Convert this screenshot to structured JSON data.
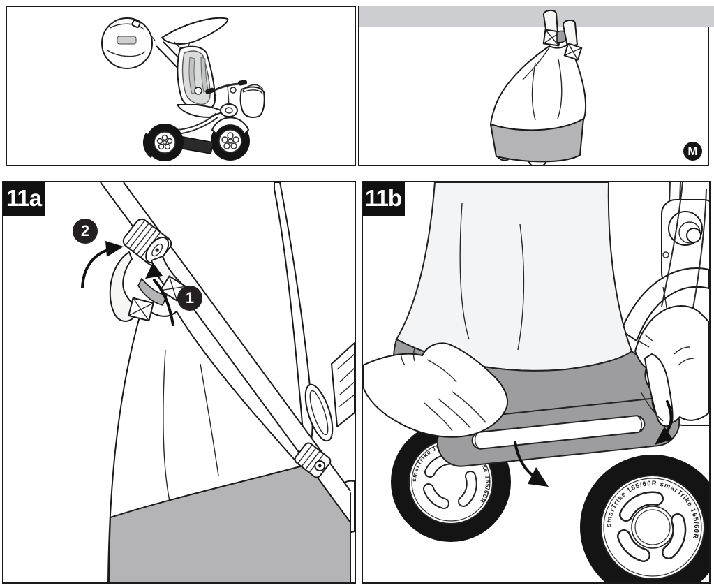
{
  "colors": {
    "line": "#1a1a1a",
    "panel_border": "#1a1a1a",
    "hang_bar_gray": "#cdced1",
    "bag_band_gray": "#b4b4b6",
    "bag_band_dark_gray": "#9d9da0",
    "bag_body_tint": "#f2f4f5",
    "seat_pad_gray": "#dadcdc",
    "tire_black": "#141414",
    "label_bg": "#111111",
    "label_text": "#ffffff"
  },
  "panel_top_left": {
    "illustration": "tricycle-with-storage-bag-overview-line-art"
  },
  "panel_top_right": {
    "badge": "M",
    "illustration": "storage-bag-hanging-from-bar-line-art"
  },
  "panel_bottom_left": {
    "label": "11a",
    "callout_1": "1",
    "callout_2": "2",
    "illustration": "bag-straps-attached-to-parent-handle-line-art"
  },
  "panel_bottom_right": {
    "label": "11b",
    "wheel_brand": "smarTrike",
    "wheel_size": "165/60R",
    "rim_text": "smarTrike      165/60R      smarTrike      165/60R",
    "illustration": "stretching-bag-band-over-rear-base-between-wheels-line-art"
  }
}
